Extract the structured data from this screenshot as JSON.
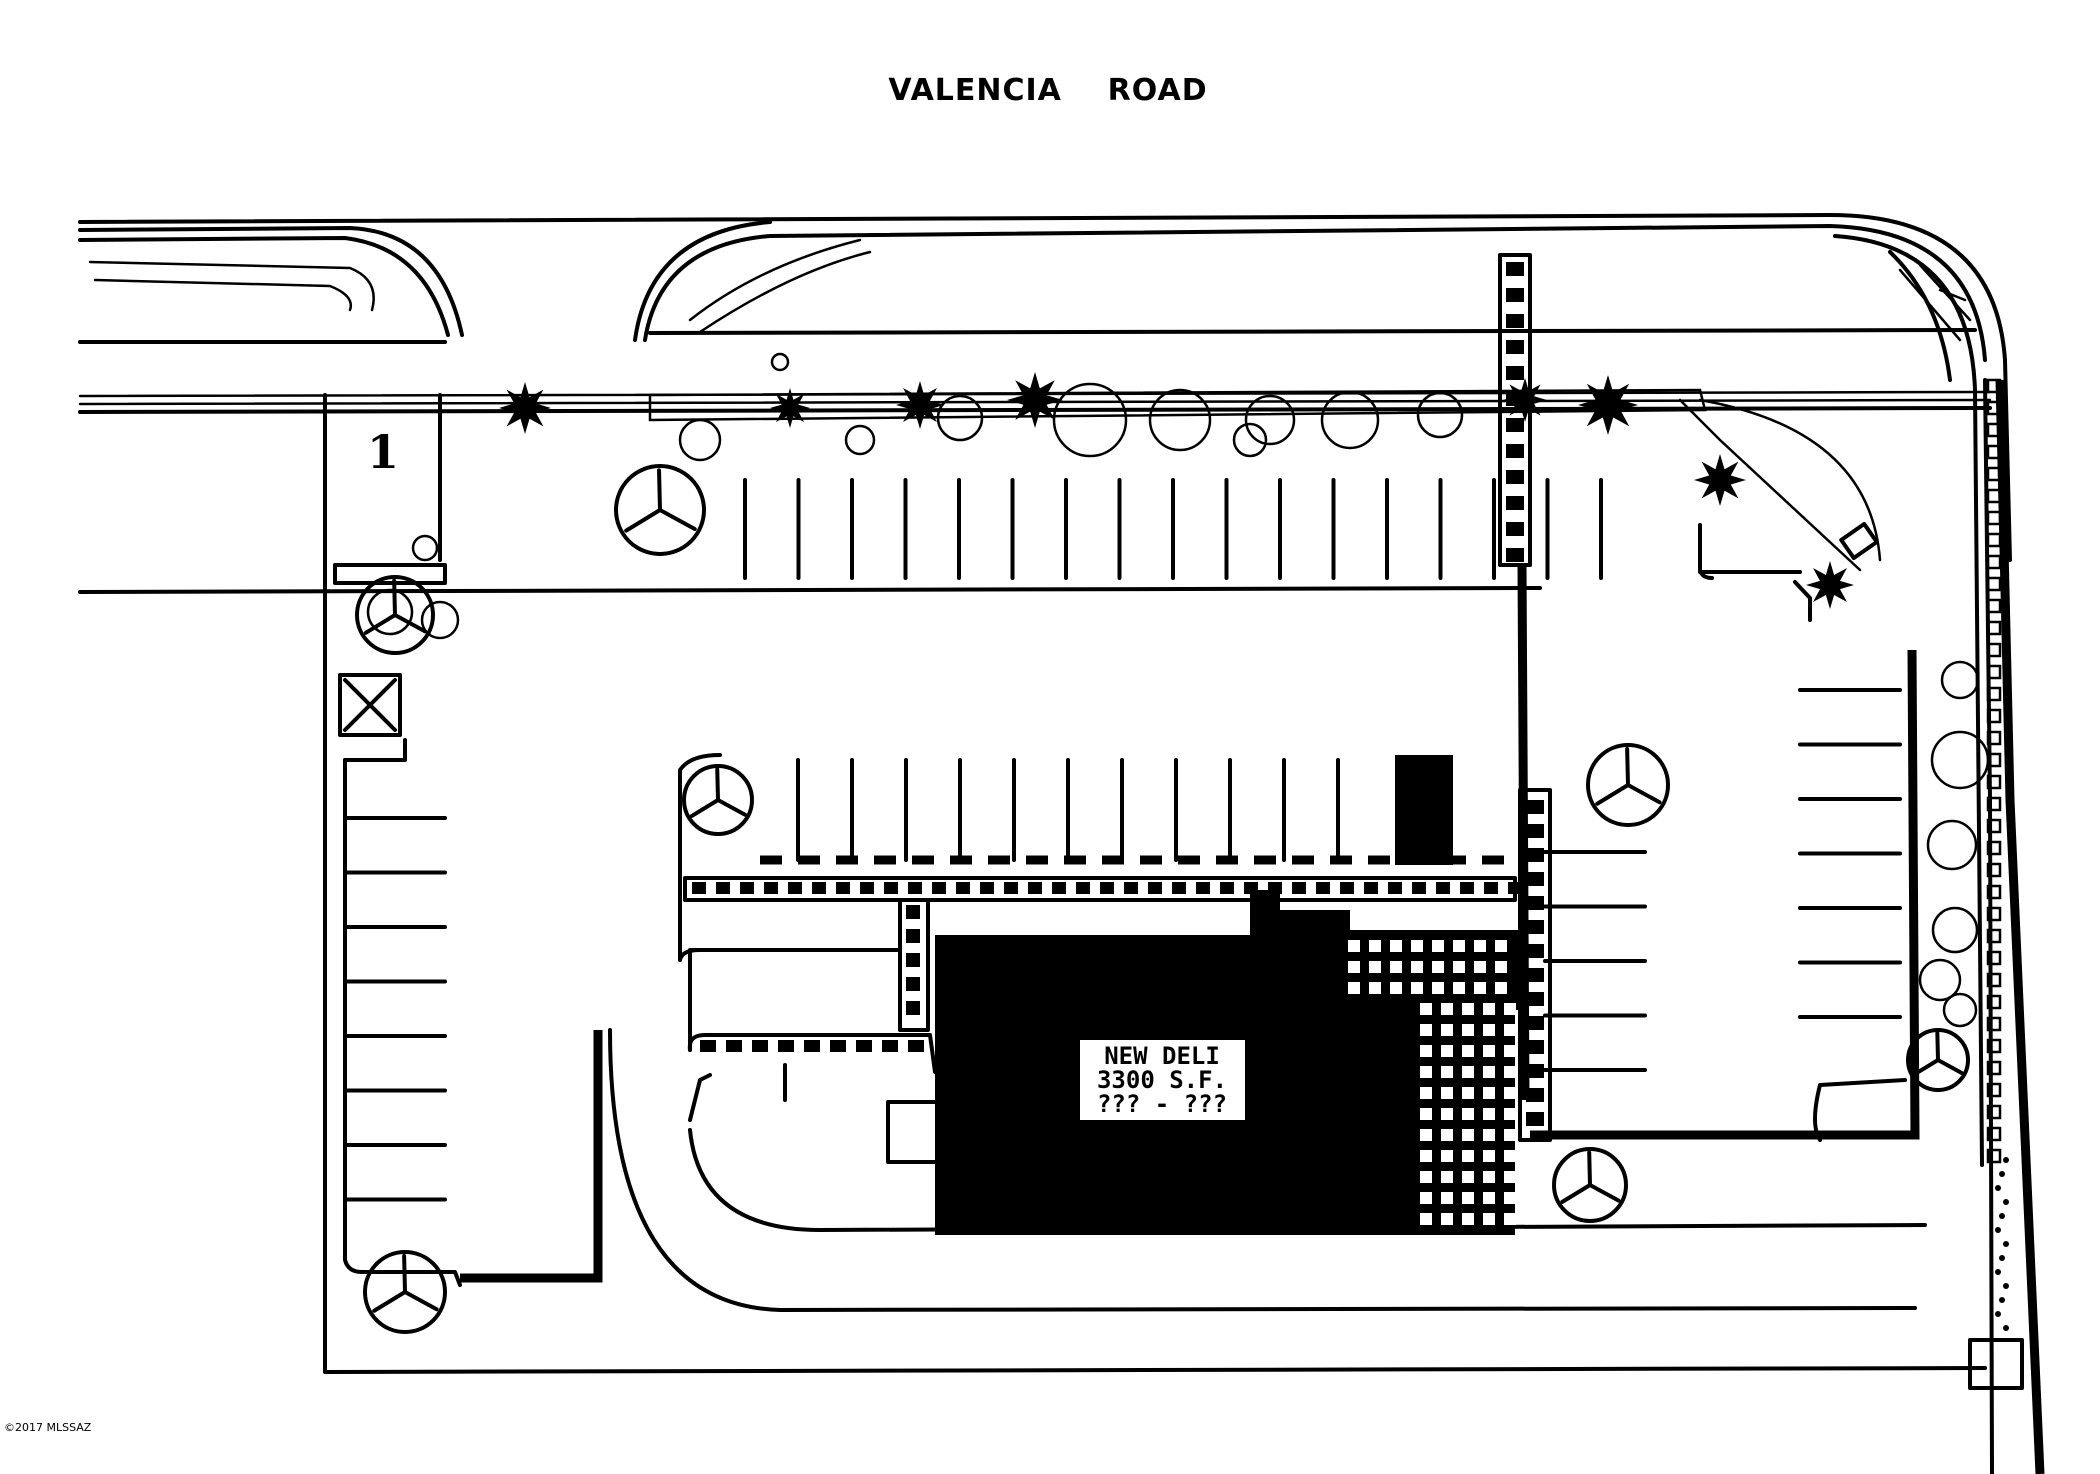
{
  "street": {
    "name": "VALENCIA    ROAD"
  },
  "building": {
    "name": "NEW DELI",
    "area": "3300 S.F.",
    "detail": "??? - ???"
  },
  "lot_marker": "1",
  "copyright": "©2017 MLSSAZ",
  "colors": {
    "ink": "#000000",
    "paper": "#ffffff"
  }
}
